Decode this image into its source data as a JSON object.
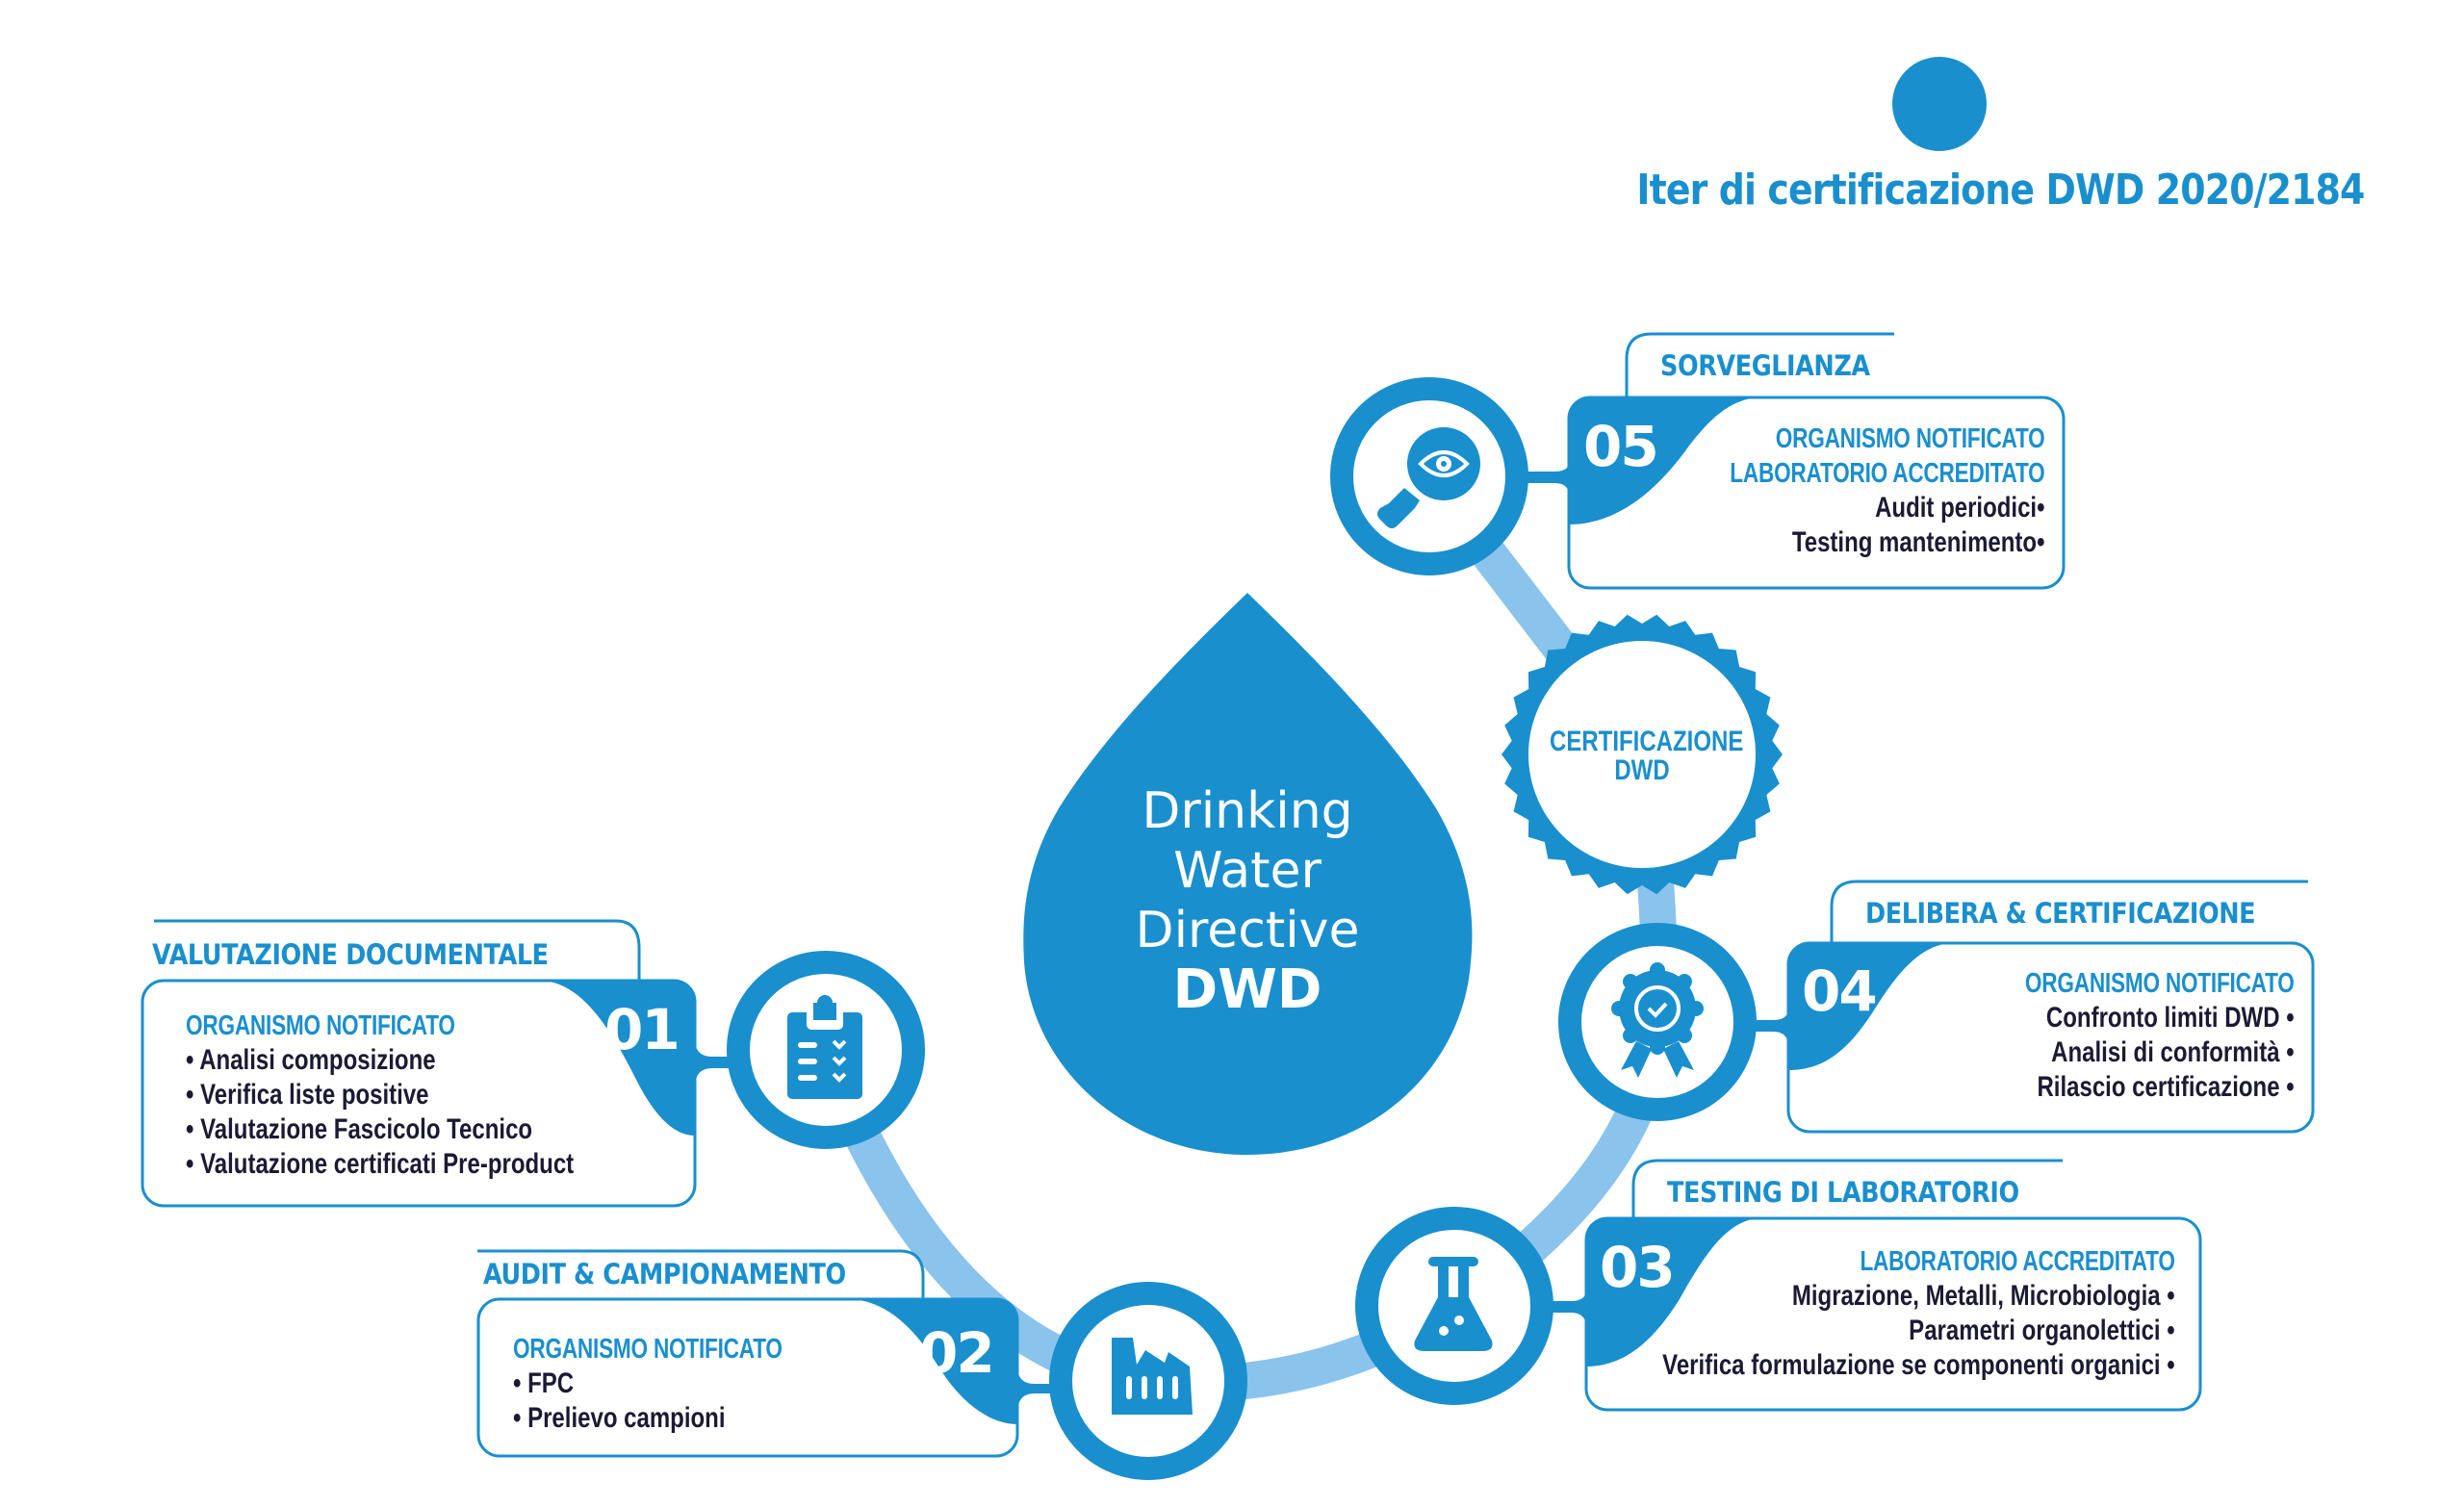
{
  "title": "Iter di certificazione DWD 2020/2184",
  "colors": {
    "primary": "#1a8fce",
    "track": "#8ac3ec",
    "text_dark": "#1c1a33",
    "background": "#ffffff"
  },
  "center": {
    "line1": "Drinking",
    "line2": "Water",
    "line3": "Directive",
    "line4": "DWD"
  },
  "certification_badge": {
    "line1": "CERTIFICAZIONE",
    "line2": "DWD"
  },
  "steps": [
    {
      "number": "01",
      "title": "VALUTAZIONE DOCUMENTALE",
      "icon": "clipboard-checklist-icon",
      "actors": [
        "ORGANISMO NOTIFICATO"
      ],
      "items": [
        "Analisi composizione",
        "Verifica liste positive",
        "Valutazione Fascicolo Tecnico",
        "Valutazione certificati Pre-product"
      ]
    },
    {
      "number": "02",
      "title": "AUDIT & CAMPIONAMENTO",
      "icon": "factory-icon",
      "actors": [
        "ORGANISMO NOTIFICATO"
      ],
      "items": [
        "FPC",
        "Prelievo campioni"
      ]
    },
    {
      "number": "03",
      "title": "TESTING DI LABORATORIO",
      "icon": "lab-flask-icon",
      "actors": [
        "LABORATORIO ACCREDITATO"
      ],
      "items": [
        "Migrazione, Metalli, Microbiologia",
        "Parametri organolettici",
        "Verifica formulazione se componenti organici"
      ]
    },
    {
      "number": "04",
      "title": "DELIBERA & CERTIFICAZIONE",
      "icon": "award-badge-icon",
      "actors": [
        "ORGANISMO NOTIFICATO"
      ],
      "items": [
        "Confronto limiti DWD",
        "Analisi di conformità",
        "Rilascio certificazione"
      ]
    },
    {
      "number": "05",
      "title": "SORVEGLIANZA",
      "icon": "magnifier-eye-icon",
      "actors": [
        "ORGANISMO NOTIFICATO",
        "LABORATORIO ACCREDITATO"
      ],
      "items": [
        "Audit periodici",
        "Testing mantenimento"
      ]
    }
  ],
  "bullet": "•"
}
